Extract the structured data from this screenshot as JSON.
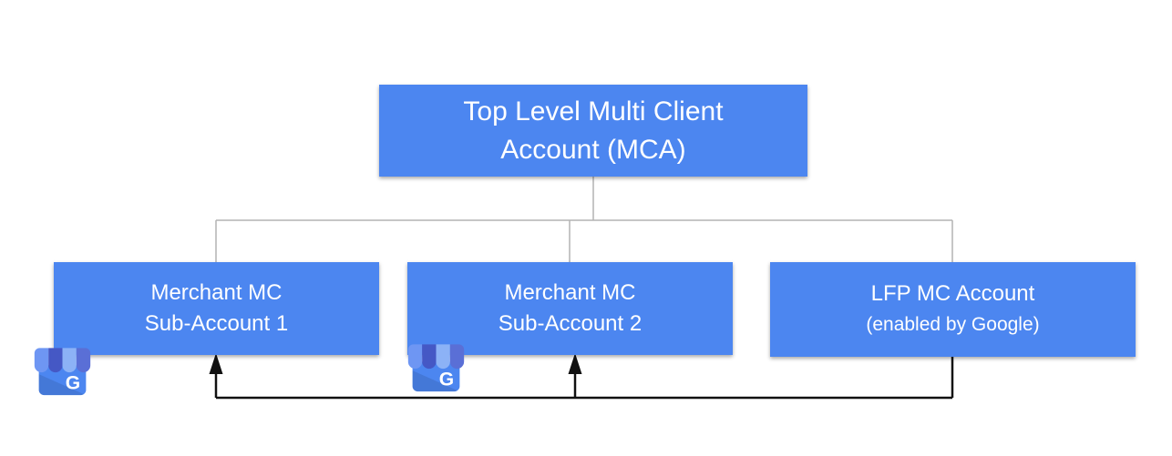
{
  "diagram": {
    "title_context": "Merchant Center multi-client account hierarchy",
    "nodes": {
      "mca": {
        "line1": "Top Level Multi Client",
        "line2": "Account (MCA)"
      },
      "sub1": {
        "line1": "Merchant MC",
        "line2": "Sub-Account 1"
      },
      "sub2": {
        "line1": "Merchant MC",
        "line2": "Sub-Account 2"
      },
      "lfp": {
        "line1": "LFP MC Account",
        "line2": "(enabled by Google)"
      }
    },
    "edges": [
      {
        "from": "mca",
        "to": "sub1",
        "style": "gray-tree"
      },
      {
        "from": "mca",
        "to": "sub2",
        "style": "gray-tree"
      },
      {
        "from": "mca",
        "to": "lfp",
        "style": "gray-tree"
      },
      {
        "from": "lfp",
        "to": "sub1",
        "style": "black-arrow"
      },
      {
        "from": "lfp",
        "to": "sub2",
        "style": "black-arrow"
      }
    ],
    "icons": {
      "badge_letter": "G",
      "storefront_icon_name": "google-business-storefront-icon"
    },
    "colors": {
      "node_fill": "#4c86f0",
      "node_text": "#ffffff",
      "tree_connector": "#b3b3b3",
      "arrow_connector": "#111111",
      "awning_stripe_1": "#6e96f3",
      "awning_stripe_2": "#4558c5",
      "awning_stripe_3": "#8cb2f6",
      "awning_stripe_4": "#5a6fd6",
      "background": "#ffffff"
    }
  }
}
